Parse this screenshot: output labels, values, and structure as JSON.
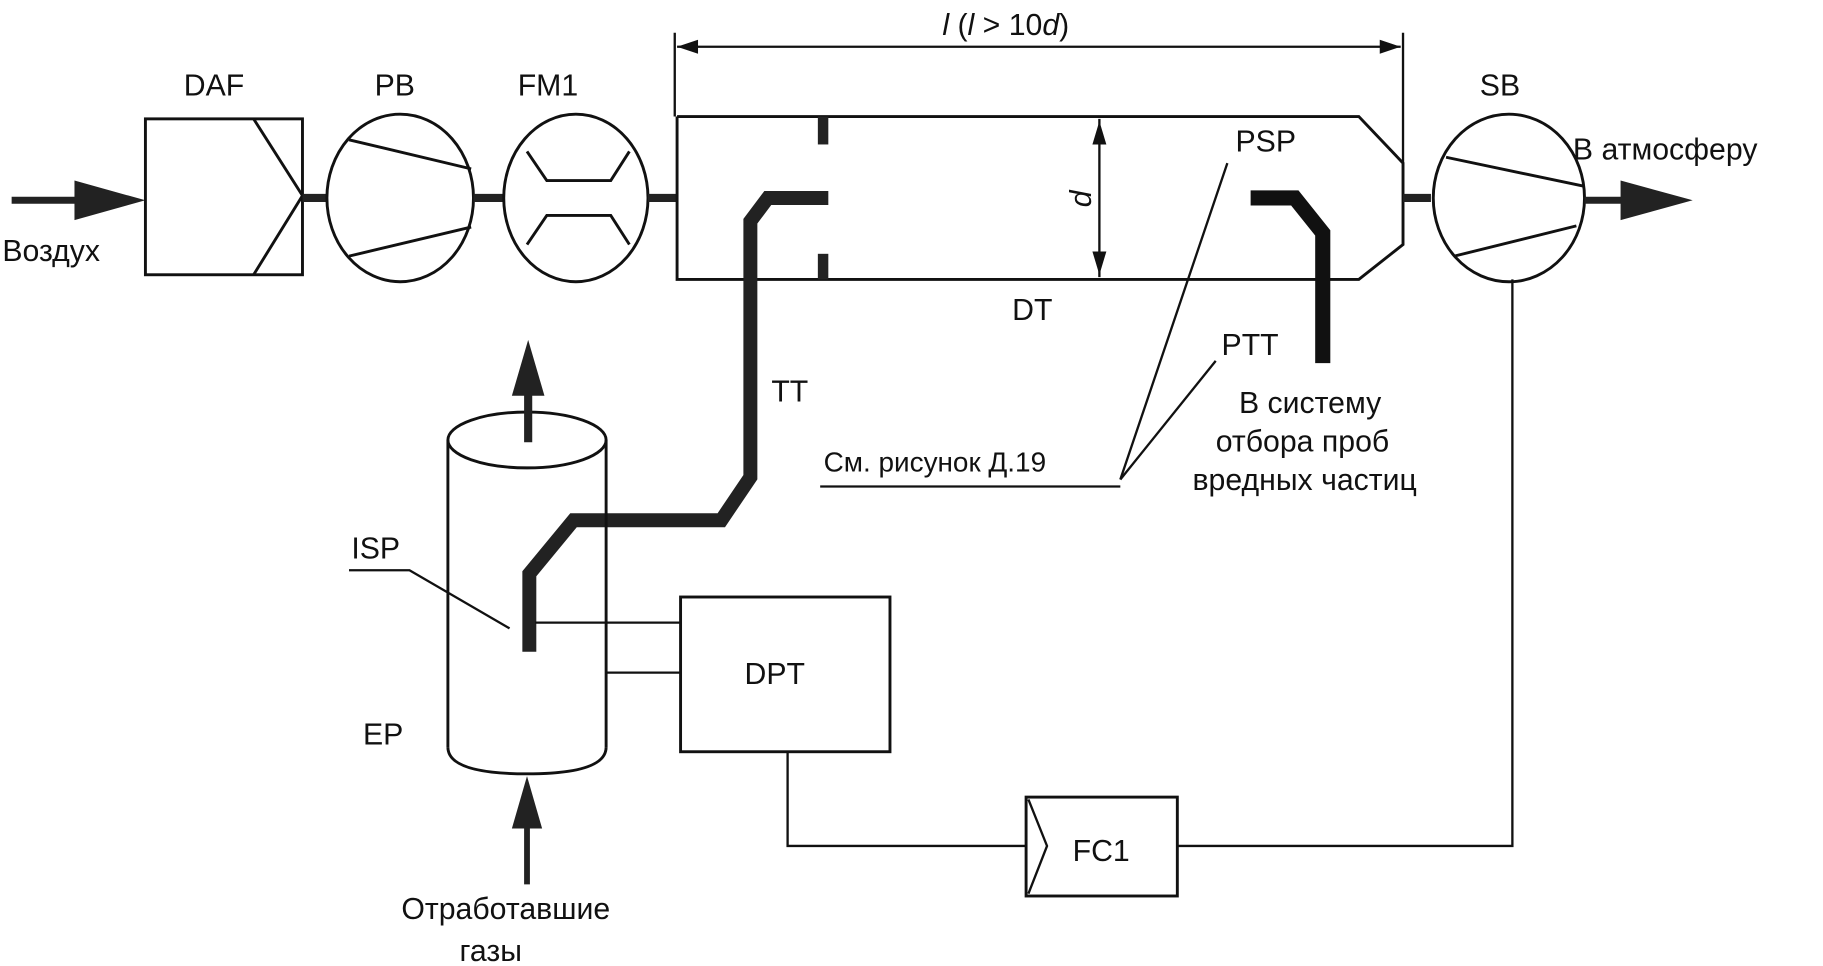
{
  "diagram": {
    "title": "Dilution tunnel sampling system schematic",
    "components": {
      "daf": {
        "label": "DAF"
      },
      "pb": {
        "label": "PB"
      },
      "fm1": {
        "label": "FM1"
      },
      "dt": {
        "label": "DT"
      },
      "sb": {
        "label": "SB"
      },
      "tt": {
        "label": "TT"
      },
      "psp": {
        "label": "PSP"
      },
      "ptt": {
        "label": "PTT"
      },
      "isp": {
        "label": "ISP"
      },
      "ep": {
        "label": "EP"
      },
      "dpt": {
        "label": "DPT"
      },
      "fc1": {
        "label": "FC1"
      }
    },
    "dimensions": {
      "length_l": "l",
      "length_condition_open": " (",
      "length_condition_l": "l",
      "length_condition_rest": " > 10",
      "length_condition_d": "d",
      "length_condition_close": ")",
      "diameter": "d"
    },
    "annotations": {
      "air_in": "Воздух",
      "to_atmosphere": "В атмосферу",
      "see_figure": "См. рисунок Д.19",
      "to_sampling_line1": "В систему",
      "to_sampling_line2": "отбора проб",
      "to_sampling_line3": "вредных частиц",
      "exhaust_line1": "Отработавшие",
      "exhaust_line2": "газы"
    }
  }
}
